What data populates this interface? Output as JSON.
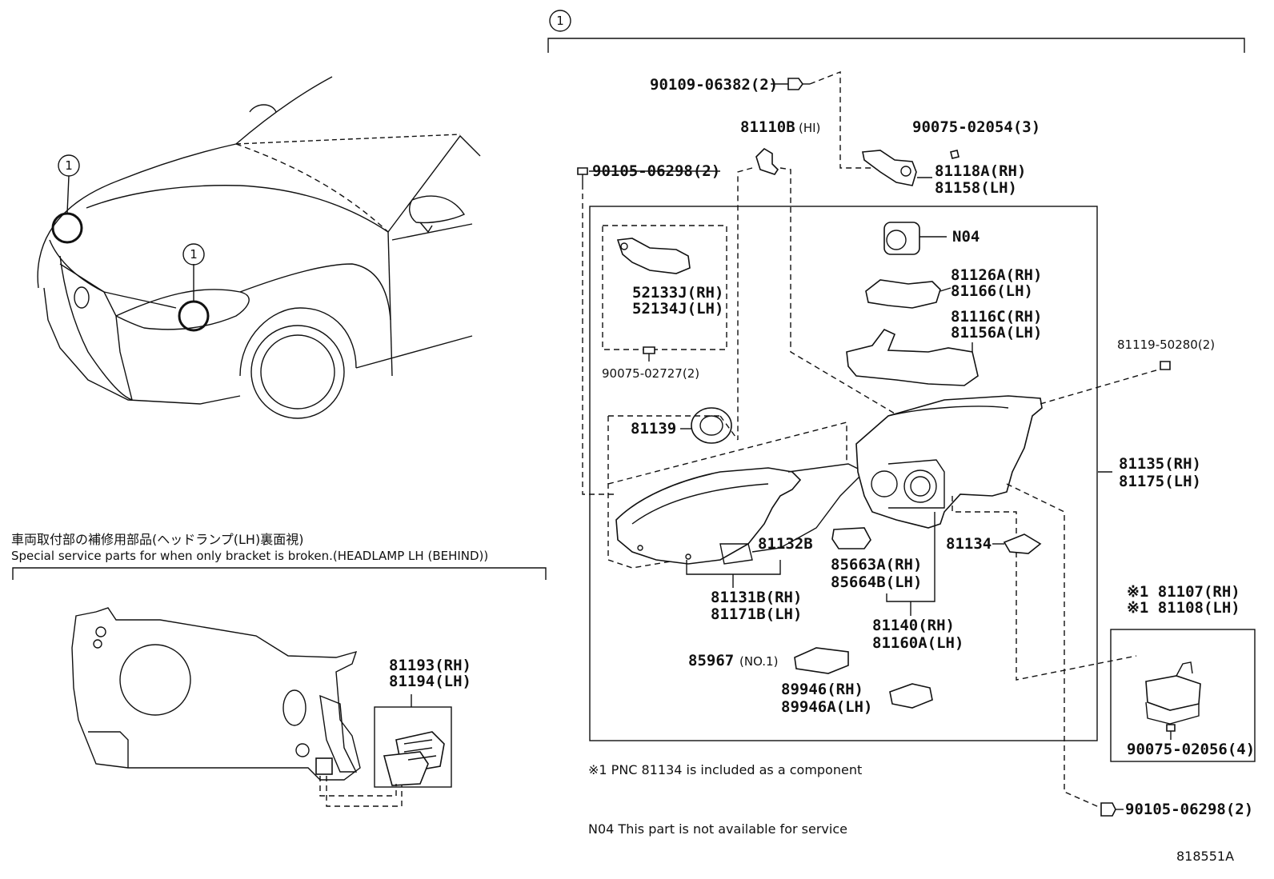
{
  "callout_marker": "1",
  "section_header": {
    "jp": "車両取付部の補修用部品(ヘッドランプ(LH)裏面視)",
    "en": "Special service parts for when only bracket is broken.(HEADLAMP LH (BEHIND))"
  },
  "parts": {
    "p90109": "90109-06382(2)",
    "p81110b": "81110B",
    "p81110b_suffix": "(HI)",
    "p90075_02054": "90075-02054(3)",
    "p90105_top": "90105-06298(2)",
    "p81118a": "81118A(RH)",
    "p81158": "81158(LH)",
    "pN04": "N04",
    "p52133j": "52133J(RH)",
    "p52134j": "52134J(LH)",
    "p81126a": "81126A(RH)",
    "p81166": "81166(LH)",
    "p81116c": "81116C(RH)",
    "p81156a": "81156A(LH)",
    "p81119": "81119-50280(2)",
    "p90075_02727": "90075-02727(2)",
    "p81139": "81139",
    "p81135": "81135(RH)",
    "p81175": "81175(LH)",
    "p81132b": "81132B",
    "p81134": "81134",
    "p85663a": "85663A(RH)",
    "p85664b": "85664B(LH)",
    "p81131b": "81131B(RH)",
    "p81171b": "81171B(LH)",
    "p81107": "※1 81107(RH)",
    "p81108": "※1 81108(LH)",
    "p81140": "81140(RH)",
    "p81160a": "81160A(LH)",
    "p85967": "85967",
    "p85967_suffix": "(NO.1)",
    "p89946": "89946(RH)",
    "p89946a": "89946A(LH)",
    "p90075_02056": "90075-02056(4)",
    "p90105_bottom": "90105-06298(2)",
    "p81193": "81193(RH)",
    "p81194": "81194(LH)"
  },
  "notes": {
    "note1": "※1 PNC 81134 is included as a component",
    "note2": "N04 This part is not available for service"
  },
  "diagram_id": "818551A"
}
